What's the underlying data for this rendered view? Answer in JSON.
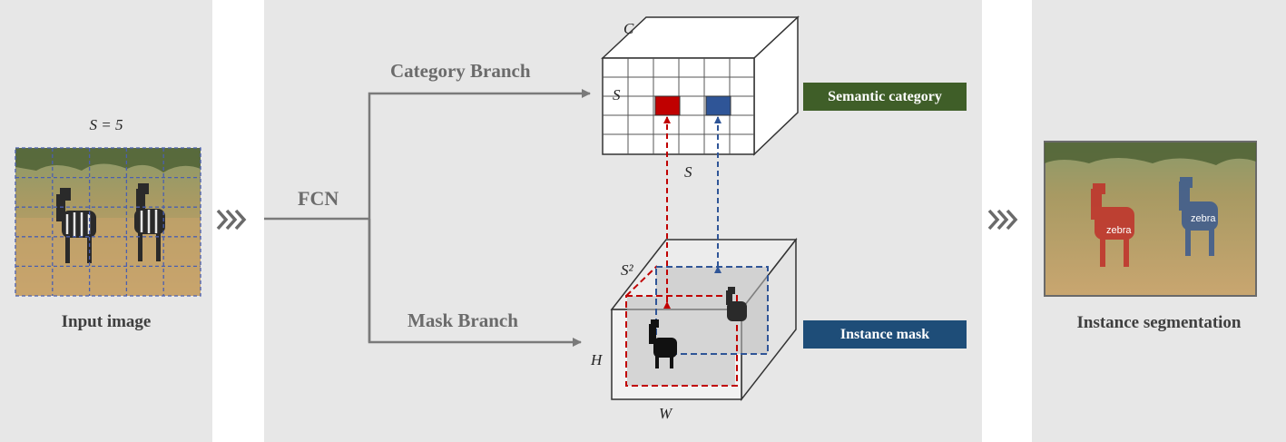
{
  "left": {
    "grid_label": "S = 5",
    "caption": "Input image"
  },
  "middle": {
    "fcn_label": "FCN",
    "category_branch_label": "Category Branch",
    "mask_branch_label": "Mask Branch",
    "category_tensor": {
      "depth_label": "C",
      "height_label": "S",
      "width_label": "S"
    },
    "mask_tensor": {
      "depth_label": "S²",
      "height_label": "H",
      "width_label": "W"
    },
    "semantic_tag": "Semantic category",
    "instance_tag": "Instance mask"
  },
  "right": {
    "caption": "Instance segmentation",
    "object_labels": [
      "zebra",
      "zebra"
    ]
  },
  "colors": {
    "panel_bg": "#e7e7e7",
    "red_cell": "#c00000",
    "blue_cell": "#2f5597",
    "semantic_tag_bg": "#3f5e28",
    "instance_tag_bg": "#1e4d78",
    "red_mask": "#c0302a",
    "blue_mask": "#3a5a90"
  }
}
